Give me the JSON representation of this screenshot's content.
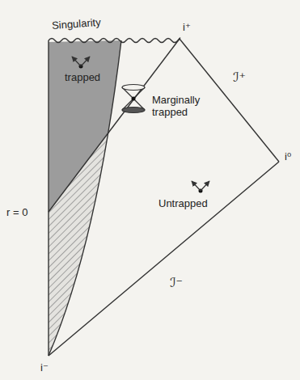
{
  "diagram": {
    "labels": [
      "Singularity",
      "i⁺",
      "trapped",
      "Marginally trapped",
      "ℐ⁺",
      "i⁰",
      "Untrapped",
      "r = 0",
      "ℐ⁻",
      "i⁻"
    ]
  }
}
